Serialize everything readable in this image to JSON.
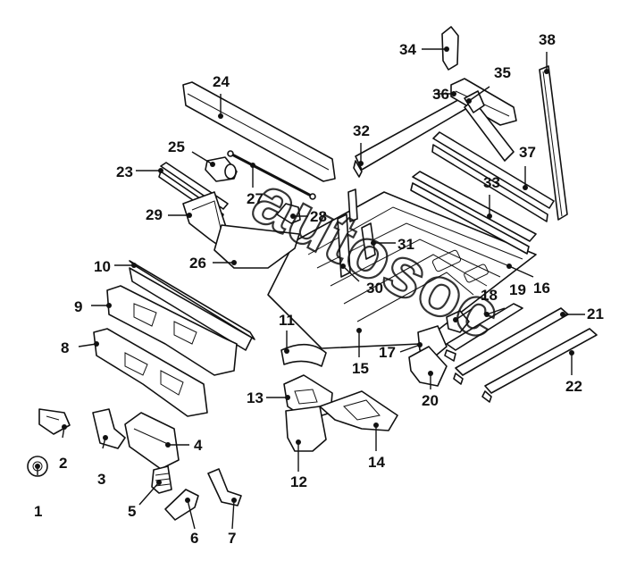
{
  "diagram": {
    "labels": [
      "1",
      "2",
      "3",
      "4",
      "5",
      "6",
      "7",
      "8",
      "9",
      "10",
      "11",
      "12",
      "13",
      "14",
      "15",
      "16",
      "17",
      "18",
      "19",
      "20",
      "21",
      "22",
      "23",
      "24",
      "25",
      "26",
      "27",
      "28",
      "29",
      "30",
      "31",
      "32",
      "33",
      "34",
      "35",
      "36",
      "37",
      "38"
    ],
    "watermark": "autosoc",
    "ink_color": "#111111",
    "background_color": "#ffffff"
  }
}
